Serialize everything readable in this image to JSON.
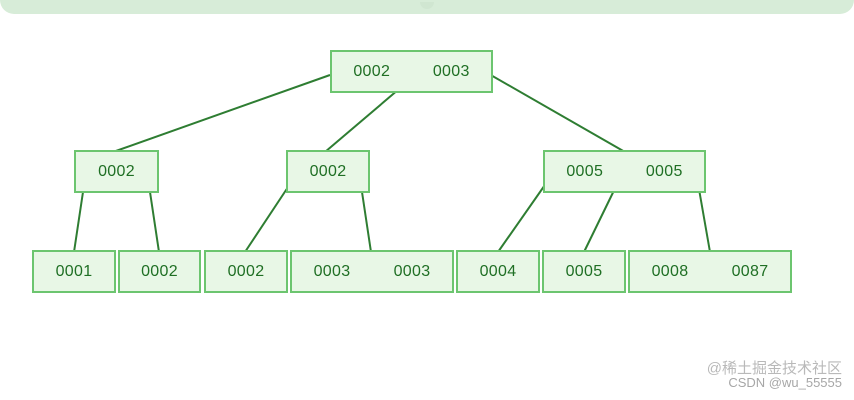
{
  "tree": {
    "root": {
      "keys": [
        "0002",
        "0003"
      ]
    },
    "internal": [
      {
        "keys": [
          "0002"
        ]
      },
      {
        "keys": [
          "0002"
        ]
      },
      {
        "keys": [
          "0005",
          "0005"
        ]
      }
    ],
    "leaves": [
      {
        "keys": [
          "0001"
        ]
      },
      {
        "keys": [
          "0002"
        ]
      },
      {
        "keys": [
          "0002"
        ]
      },
      {
        "keys": [
          "0003",
          "0003"
        ]
      },
      {
        "keys": [
          "0004"
        ]
      },
      {
        "keys": [
          "0005"
        ]
      },
      {
        "keys": [
          "0008",
          "0087"
        ]
      }
    ]
  },
  "watermark": {
    "line1": "@稀土掘金技术社区",
    "line2": "CSDN @wu_55555"
  },
  "colors": {
    "node_fill": "#e8f7e6",
    "node_border": "#6cc56f",
    "edge": "#2e7d32",
    "text": "#1f6f24",
    "banner": "#d7ecd8"
  }
}
